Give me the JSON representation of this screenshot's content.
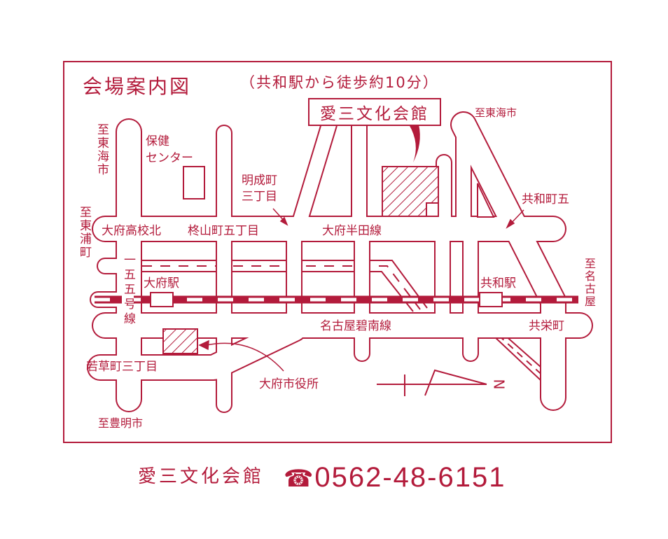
{
  "title": "会場案内図",
  "subtitle": "（共和駅から徒歩約10分）",
  "venue_label": "愛三文化会館",
  "labels": {
    "to_tokai_left": "至東海市",
    "health_center_1": "保健",
    "health_center_2": "センター",
    "meisei_1": "明成町",
    "meisei_2": "三丁目",
    "to_higashiura": "至東浦町",
    "obu_hs_north": "大府高校北",
    "hiiragiyama": "柊山町五丁目",
    "obu_handa_line": "大府半田線",
    "route155": "一五五号線",
    "obu_station": "大府駅",
    "kyowa_station": "共和駅",
    "to_tokai_right": "至東海市",
    "kyowa_5": "共和町五",
    "to_nagoya": "至名古屋",
    "nagoya_hekinan_line": "名古屋碧南線",
    "kyoei": "共栄町",
    "wakakusa": "若草町三丁目",
    "city_hall": "大府市役所",
    "to_toyoake": "至豊明市",
    "north": "N"
  },
  "footer": {
    "name": "愛三文化会館",
    "phone_icon": "telephone-icon",
    "phone_symbol": "☎",
    "phone": "0562-48-6151"
  },
  "colors": {
    "ink": "#b31b3b",
    "paper": "#ffffff"
  }
}
